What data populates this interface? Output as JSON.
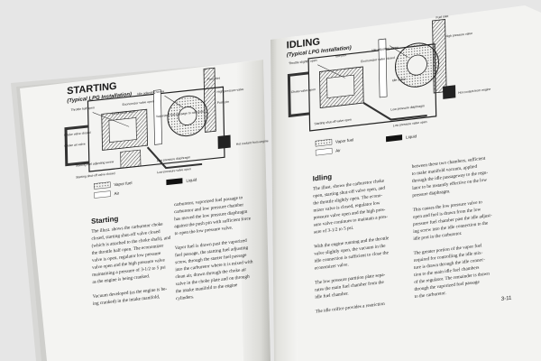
{
  "left_page": {
    "heading": "STARTING",
    "subheading": "(Typical LPG Installation)",
    "legend": {
      "vapor": "Vapor fuel",
      "air": "Air",
      "liquid": "Liquid"
    },
    "section_title": "Starting",
    "col1": [
      "The illust. shows the carburetor choke",
      "closed, starting shut-off valve closed",
      "(which is attached to the choke shaft), and",
      "the throttle half open. The economizer",
      "valve is open, regulator low pressure",
      "valve open and the high pressure valve",
      "maintaining a pressure of 3-1/2 to 5 psi",
      "as the engine is being cranked.",
      "",
      "Vacuum developed (as the engine is be-",
      "ing cranked) in the intake manifold,"
    ],
    "col2": [
      "carburetor, vaporized fuel passage to",
      "carburetor and low pressure chamber",
      "has moved the low pressure diaphragm",
      "against the push pin with sufficient force",
      "to open the low pressure valve.",
      "",
      "Vapor fuel is drawn past the vaporized",
      "fuel passage, the starting fuel adjusting",
      "screw, through the starter fuel passage",
      "into the carburetor where it is mixed with",
      "clean air, drawn through the choke air",
      "valve in the choke plate and on through",
      "the intake manifold to the engine",
      "cylinders."
    ],
    "callouts": [
      "Idle adjusting screw",
      "Throttle half open",
      "Economizer valve open",
      "Fuel inlet",
      "Economizer valve",
      "Choke valve closed",
      "Choke air valve",
      "Starting fuel adjusting screw",
      "Starting shut-off valve closed",
      "Low pressure diaphragm",
      "Vaporized fuel passage to carburetor",
      "Low pressure valve open",
      "High pressure valve",
      "Push pin",
      "Hot coolant from engine"
    ]
  },
  "right_page": {
    "heading": "IDLING",
    "subheading": "(Typical LPG Installation)",
    "legend": {
      "vapor": "Vapor fuel",
      "air": "Air",
      "liquid": "Liquid"
    },
    "section_title": "Idling",
    "col1": [
      "The illust. shows the carburetor choke",
      "open, starting shut-off valve open, and",
      "the throttle slightly open. The econo-",
      "mizer valve is closed, regulator low",
      "pressure valve open and the high pres-",
      "sure valve continues to maintain a pres-",
      "sure of 3-1/2 to 5 psi.",
      "",
      "With the engine running and the throttle",
      "valve slightly open, the vacuum in the",
      "idle connection is sufficient to close the",
      "economizer valve.",
      "",
      "The low pressure partition plate sepa-",
      "rates the main fuel chamber from the",
      "idle fuel chamber.",
      "",
      "The idle orifice provides a restriction"
    ],
    "col2": [
      "between these two chambers, sufficient",
      "to make manifold vacuum, applied",
      "through the idle passageway to the regu-",
      "lator to be instantly effective on the low",
      "pressure diaphragm.",
      "",
      "This causes the low pressure valve to",
      "open and fuel is drawn from the low",
      "pressure fuel chamber past the idle adjust-",
      "ing screw into the idle connection to the",
      "idle port in the carburetor.",
      "",
      "The greater portion of the vapor fuel",
      "required for controlling the idle mix-",
      "ture is drawn through the idle connec-",
      "tion to the main idle fuel chambers",
      "of the regulator. The remainder is drawn",
      "through the vaporized fuel passage",
      "to the carburetor."
    ],
    "callouts": [
      "Idle port",
      "Throttle slightly open",
      "Idle adjusting screw",
      "Economizer valve closed",
      "Choke valve open",
      "Starting shut-off valve open",
      "Fuel inlet",
      "High pressure valve",
      "Low pressure diaphragm",
      "Idle orifice",
      "Low pressure valve open",
      "Hot coolant from engine"
    ],
    "page_number": "3-11"
  },
  "colors": {
    "paper": "#f4f4f2",
    "ink": "#1a1a1a",
    "background": "#e9e9e9"
  }
}
